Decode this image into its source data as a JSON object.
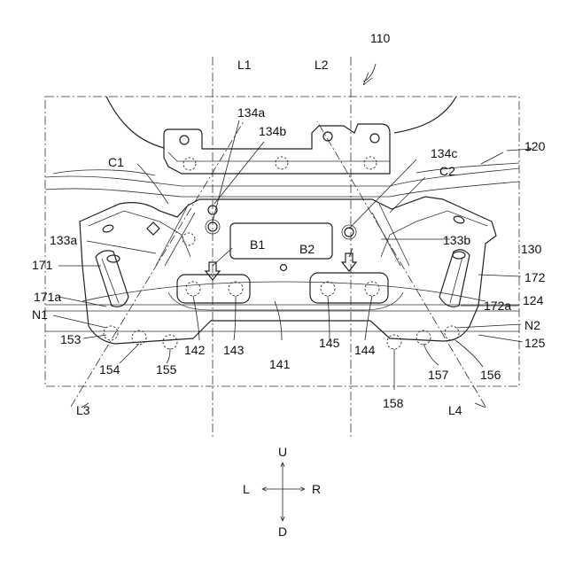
{
  "figure": {
    "number": "110",
    "labels": {
      "L1": "L1",
      "L2": "L2",
      "L3": "L3",
      "L4": "L4",
      "l134a": "134a",
      "l134b": "134b",
      "l134c": "134c",
      "C1": "C1",
      "C2": "C2",
      "l120": "120",
      "l130": "130",
      "l133a": "133a",
      "l133b": "133b",
      "l171": "171",
      "l171a": "171a",
      "l172": "172",
      "l172a": "172a",
      "l124": "124",
      "l125": "125",
      "N1": "N1",
      "N2": "N2",
      "B1": "B1",
      "B2": "B2",
      "l153": "153",
      "l154": "154",
      "l155": "155",
      "l156": "156",
      "l157": "157",
      "l158": "158",
      "l141": "141",
      "l142": "142",
      "l143": "143",
      "l144": "144",
      "l145": "145"
    },
    "compass": {
      "up": "U",
      "down": "D",
      "left": "L",
      "right": "R"
    }
  }
}
